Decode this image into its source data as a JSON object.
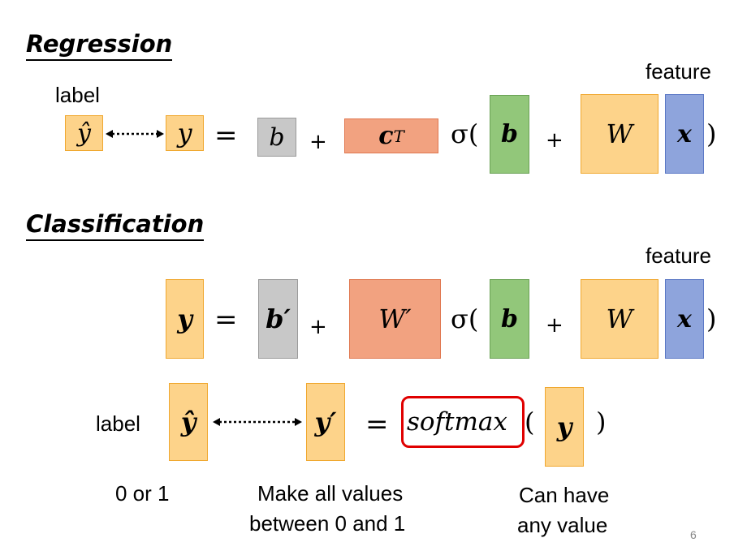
{
  "regression": {
    "heading": "Regression",
    "label_text": "label",
    "feature_text": "feature",
    "y_hat": "ŷ",
    "y": "y",
    "equals": "=",
    "b": "b",
    "plus1": "+",
    "c": "c",
    "c_sup": "T",
    "sigma_open": "σ(",
    "b_bold": "b",
    "plus2": "+",
    "W": "W",
    "x": "x",
    "close": ")"
  },
  "classification": {
    "heading": "Classification",
    "feature_text": "feature",
    "y": "y",
    "equals": "=",
    "b_prime": "b′",
    "plus1": "+",
    "W_prime": "W′",
    "sigma_open": "σ(",
    "b_bold": "b",
    "plus2": "+",
    "W": "W",
    "x": "x",
    "close": ")",
    "label_text": "label",
    "y_hat": "ŷ",
    "y_prime": "y′",
    "equals2": "=",
    "softmax": "softmax",
    "paren_open": "(",
    "y2": "y",
    "paren_close": ")",
    "note1": "0 or 1",
    "note2_line1": "Make all values",
    "note2_line2": "between 0 and 1",
    "note3_line1": "Can have",
    "note3_line2": "any value"
  },
  "page_number": "6",
  "colors": {
    "yellow": "#fdd38a",
    "gray": "#c8c8c8",
    "orange": "#f2a280",
    "green": "#92c77a",
    "blue": "#8ea4dc",
    "red": "#e00000"
  }
}
